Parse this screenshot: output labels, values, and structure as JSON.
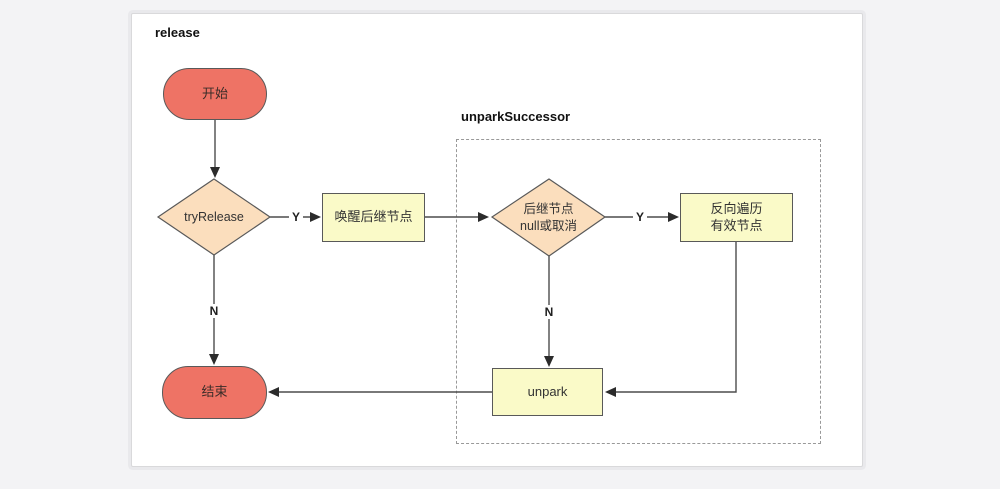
{
  "title": "release",
  "group": {
    "label": "unparkSuccessor"
  },
  "nodes": {
    "start": {
      "label": "开始"
    },
    "tryRelease": {
      "label": "tryRelease"
    },
    "wakeSuccessor": {
      "label": "唤醒后继节点"
    },
    "successorCheck": {
      "label_line1": "后继节点",
      "label_line2": "null或取消"
    },
    "reverseTraverse": {
      "label_line1": "反向遍历",
      "label_line2": "有效节点"
    },
    "unpark": {
      "label": "unpark"
    },
    "end": {
      "label": "结束"
    }
  },
  "edges": {
    "tryRelease_yes": "Y",
    "tryRelease_no": "N",
    "successorCheck_yes": "Y",
    "successorCheck_no": "N"
  },
  "colors": {
    "canvas_bg": "#f3f3f5",
    "panel_bg": "#ffffff",
    "panel_border": "#d9d9db",
    "terminal_fill": "#ee7365",
    "decision_fill": "#fbdebd",
    "process_fill": "#fafac8",
    "node_border": "#595959",
    "line_color": "#4d4d4d",
    "dashed_border": "#999999"
  }
}
